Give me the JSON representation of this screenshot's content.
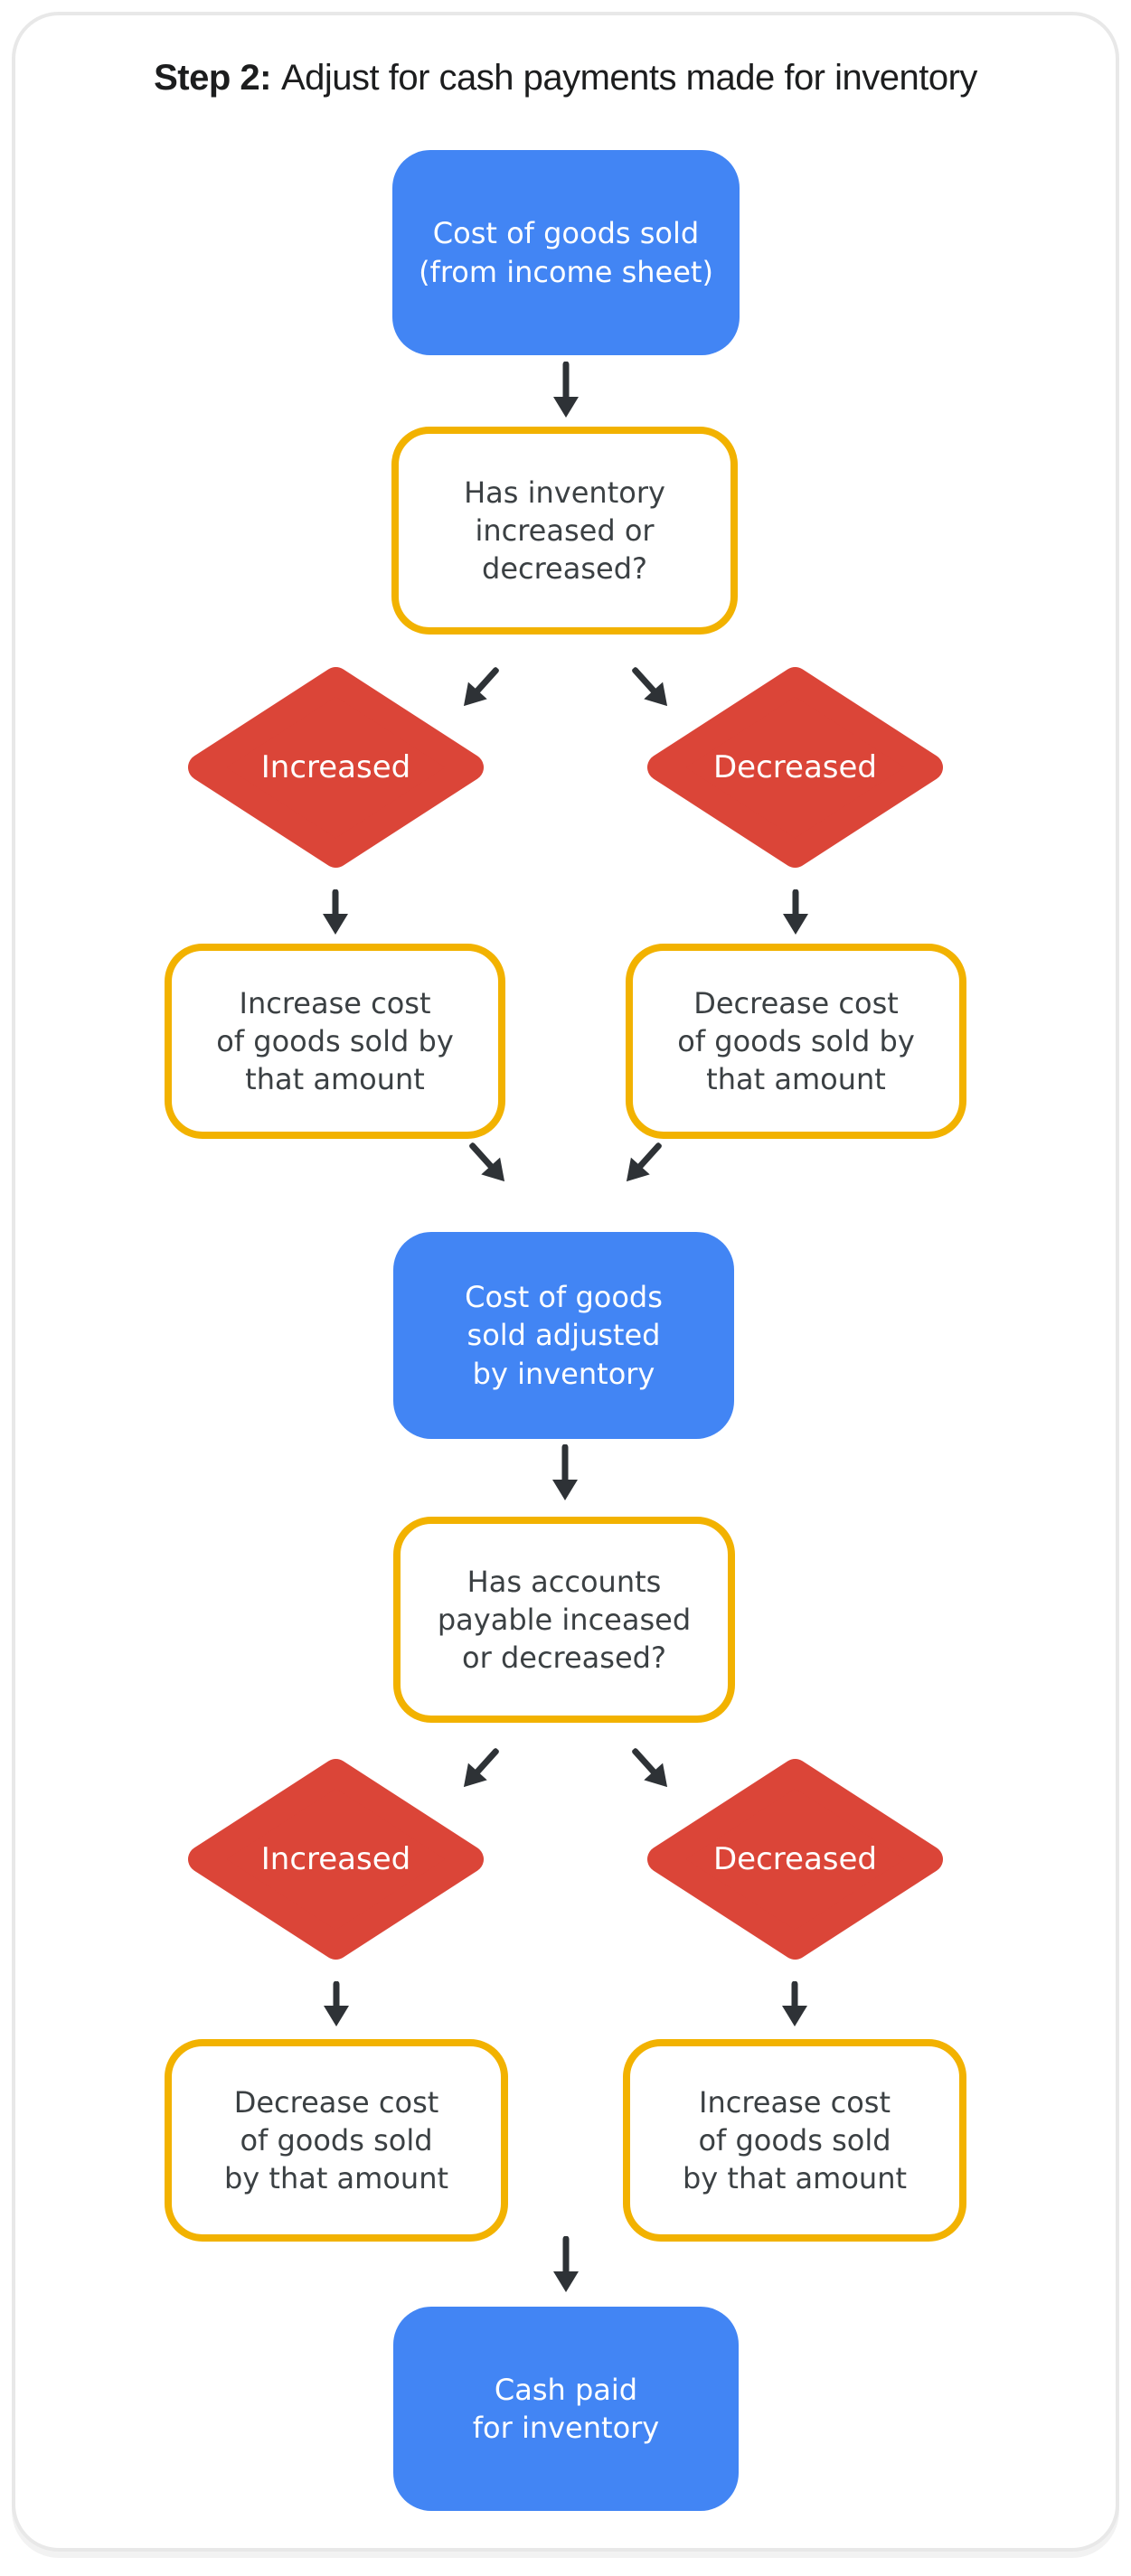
{
  "title": {
    "prefix": "Step 2:",
    "rest": "Adjust for cash payments made for inventory"
  },
  "colors": {
    "blue": "#4285F4",
    "red": "#DB4538",
    "yellow": "#F2B200",
    "dark": "#3B4043",
    "title": "#1C1D1E",
    "arrow": "#2E3236",
    "border": "#E8E8E8"
  },
  "nodes": {
    "cogs_start": {
      "text": "Cost of goods sold\n(from income sheet)",
      "shape": "rounded-rect-blue"
    },
    "q_inventory": {
      "text": "Has inventory\nincreased or\ndecreased?",
      "shape": "rounded-rect-yellow-outline"
    },
    "inv_increased": {
      "text": "Increased",
      "shape": "diamond-red"
    },
    "inv_decreased": {
      "text": "Decreased",
      "shape": "diamond-red"
    },
    "inv_increase_action": {
      "text": "Increase cost\nof goods sold by\nthat amount",
      "shape": "rounded-rect-yellow-outline"
    },
    "inv_decrease_action": {
      "text": "Decrease cost\nof goods sold by\nthat amount",
      "shape": "rounded-rect-yellow-outline"
    },
    "cogs_adjusted": {
      "text": "Cost of goods\nsold adjusted\nby inventory",
      "shape": "rounded-rect-blue"
    },
    "q_payable": {
      "text": "Has accounts\npayable inceased\nor decreased?",
      "shape": "rounded-rect-yellow-outline"
    },
    "ap_increased": {
      "text": "Increased",
      "shape": "diamond-red"
    },
    "ap_decreased": {
      "text": "Decreased",
      "shape": "diamond-red"
    },
    "ap_decrease_action": {
      "text": "Decrease cost\nof goods sold\nby that amount",
      "shape": "rounded-rect-yellow-outline"
    },
    "ap_increase_action": {
      "text": "Increase cost\nof goods sold\nby that amount",
      "shape": "rounded-rect-yellow-outline"
    },
    "cash_paid": {
      "text": "Cash paid\nfor inventory",
      "shape": "rounded-rect-blue"
    }
  },
  "edges": [
    {
      "from": "cogs_start",
      "to": "q_inventory"
    },
    {
      "from": "q_inventory",
      "to": "inv_increased"
    },
    {
      "from": "q_inventory",
      "to": "inv_decreased"
    },
    {
      "from": "inv_increased",
      "to": "inv_increase_action"
    },
    {
      "from": "inv_decreased",
      "to": "inv_decrease_action"
    },
    {
      "from": "inv_increase_action",
      "to": "cogs_adjusted"
    },
    {
      "from": "inv_decrease_action",
      "to": "cogs_adjusted"
    },
    {
      "from": "cogs_adjusted",
      "to": "q_payable"
    },
    {
      "from": "q_payable",
      "to": "ap_increased"
    },
    {
      "from": "q_payable",
      "to": "ap_decreased"
    },
    {
      "from": "ap_increased",
      "to": "ap_decrease_action"
    },
    {
      "from": "ap_decreased",
      "to": "ap_increase_action"
    },
    {
      "from": "ap_adjust_actions",
      "to": "cash_paid"
    }
  ]
}
